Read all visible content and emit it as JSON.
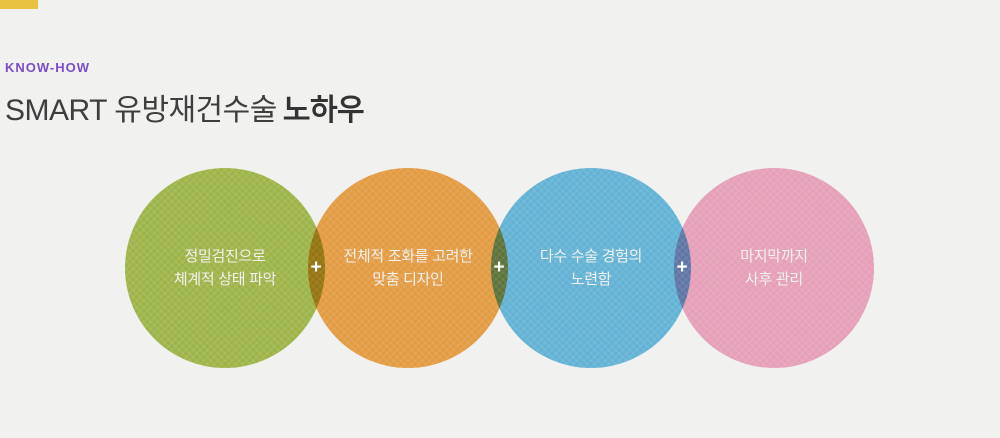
{
  "page": {
    "background_color": "#f1f1ef",
    "top_strip_color": "#e9c33f"
  },
  "header": {
    "eyebrow": "KNOW-HOW",
    "eyebrow_color": "#7b4cc9",
    "title_regular": "SMART 유방재건수술",
    "title_bold": "노하우"
  },
  "diagram": {
    "circles": [
      {
        "text": "정밀검진으로\n체계적 상태 파악",
        "color": "#a5bf4b"
      },
      {
        "text": "전체적 조화를 고려한\n맞춤 디자인",
        "color": "#f1a344"
      },
      {
        "text": "다수 수술 경험의\n노련함",
        "color": "#66bde4"
      },
      {
        "text": "마지막까지\n사후 관리",
        "color": "#f4a8c5"
      }
    ],
    "separators": [
      "+",
      "+",
      "+"
    ]
  }
}
